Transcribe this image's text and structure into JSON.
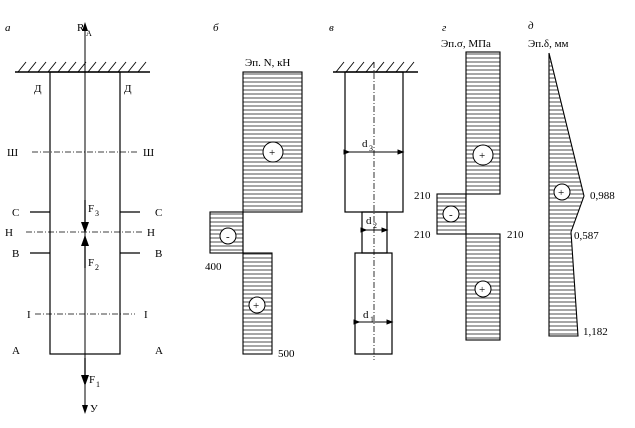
{
  "panels": {
    "a": "а",
    "b": "б",
    "v": "в",
    "g": "г",
    "d": "д"
  },
  "forces": {
    "ra_main": "R",
    "ra_sub": "A",
    "f3_main": "F",
    "f3_sub": "3",
    "f2_main": "F",
    "f2_sub": "2",
    "f1_main": "F",
    "f1_sub": "1",
    "axis_y": "У"
  },
  "sections": {
    "d_left": "Д",
    "d_right": "Д",
    "iii_left": "Ш",
    "iii_right": "Ш",
    "c_left": "С",
    "c_right": "С",
    "ii_left": "Н",
    "ii_right": "Н",
    "b_left": "В",
    "b_right": "В",
    "i_left": "I",
    "i_right": "I",
    "a_left": "А",
    "a_right": "А"
  },
  "diagram_n": {
    "title": "Эп. N, кН",
    "value_neg": "400",
    "value_pos_bottom": "500",
    "sign_top": "+",
    "sign_mid": "-",
    "sign_bottom": "+"
  },
  "rod": {
    "d3_main": "d",
    "d3_sub": "3",
    "d2_main": "d",
    "d2_sub": "2",
    "d1_main": "d",
    "d1_sub": "1"
  },
  "diagram_sigma": {
    "title": "Эп.σ, МПа",
    "v1": "210",
    "v2": "210",
    "v3": "210",
    "sign_top": "+",
    "sign_mid": "-",
    "sign_bottom": "+"
  },
  "diagram_delta": {
    "title": "Эп.δ, мм",
    "v1": "0,988",
    "v2": "0,587",
    "v3": "1,182",
    "sign": "+"
  }
}
